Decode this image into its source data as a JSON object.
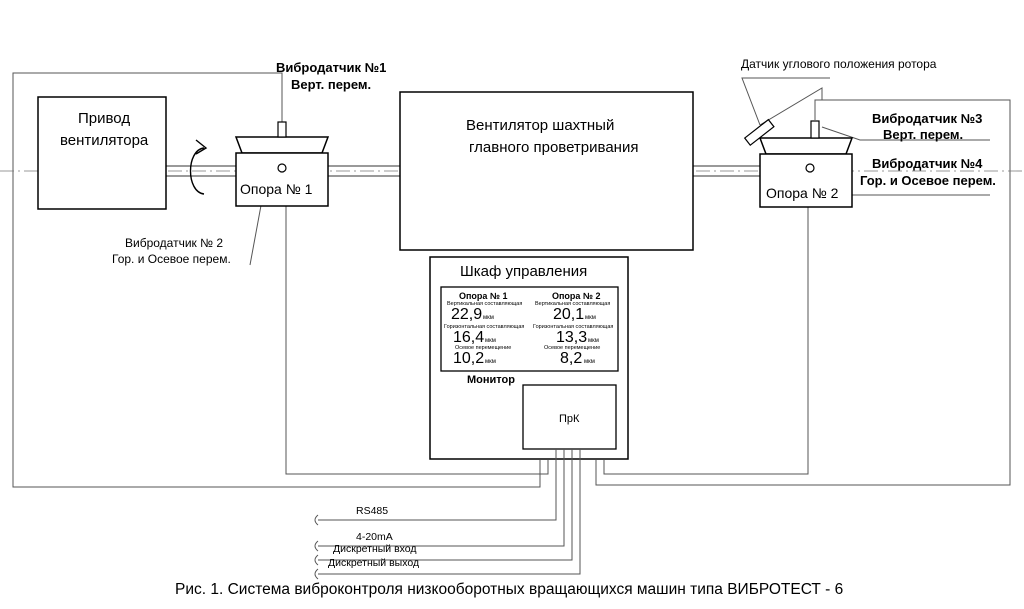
{
  "drive": {
    "label_line1": "Привод",
    "label_line2": "вентилятора"
  },
  "fan": {
    "label_line1": "Вентилятор шахтный",
    "label_line2": "главного проветривания"
  },
  "support1": {
    "label": "Опора № 1"
  },
  "support2": {
    "label": "Опора № 2"
  },
  "sensor1": {
    "line1": "Вибродатчик №1",
    "line2": "Верт. перем."
  },
  "sensor2": {
    "line1": "Вибродатчик № 2",
    "line2": "Гор. и Осевое перем."
  },
  "sensor3": {
    "line1": "Вибродатчик №3",
    "line2": "Верт. перем."
  },
  "sensor4": {
    "line1": "Вибродатчик №4",
    "line2": "Гор. и Осевое перем."
  },
  "angle_sensor": {
    "label": "Датчик углового положения ротора"
  },
  "cabinet": {
    "title": "Шкаф управления",
    "monitor_label": "Монитор",
    "plc_label": "ПрК",
    "monitor": {
      "col1_header": "Опора № 1",
      "col2_header": "Опора № 2",
      "rows": [
        {
          "label": "Вертикальная составляющая",
          "v1": "22,9",
          "v2": "20,1",
          "unit": "мкм"
        },
        {
          "label": "Горизонтальная составляющая",
          "v1": "16,4",
          "v2": "13,3",
          "unit": "мкм"
        },
        {
          "label": "Осевое перемещение",
          "v1": "10,2",
          "v2": "8,2",
          "unit": "мкм"
        }
      ]
    }
  },
  "outputs": {
    "rs485": "RS485",
    "analog": "4-20mA",
    "discrete_in": "Дискретный вход",
    "discrete_out": "Дискретный выход"
  },
  "caption": "Рис. 1. Система виброконтроля низкооборотных вращающихся машин типа ВИБРОТЕСТ - 6"
}
